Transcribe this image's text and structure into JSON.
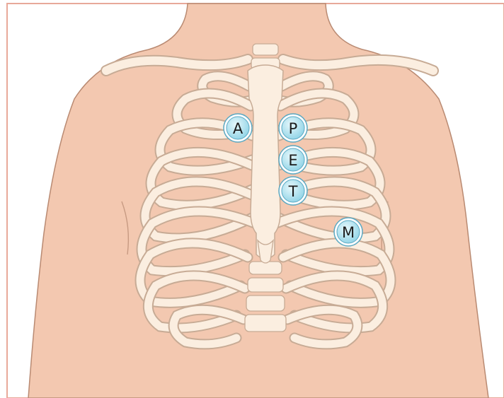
{
  "colors": {
    "background": "#ffffff",
    "skin": "#f3c8b0",
    "skin_outline": "#b98a72",
    "bone": "#fbeee0",
    "bone_outline": "#c7ab95",
    "bone_shadow": "#dcc0a8",
    "marker_fill": "#aee3ef",
    "marker_ring": "#ffffff",
    "marker_outline": "#5aa8c2"
  },
  "markers": [
    {
      "label": "A"
    },
    {
      "label": "P"
    },
    {
      "label": "E"
    },
    {
      "label": "T"
    },
    {
      "label": "M"
    }
  ]
}
